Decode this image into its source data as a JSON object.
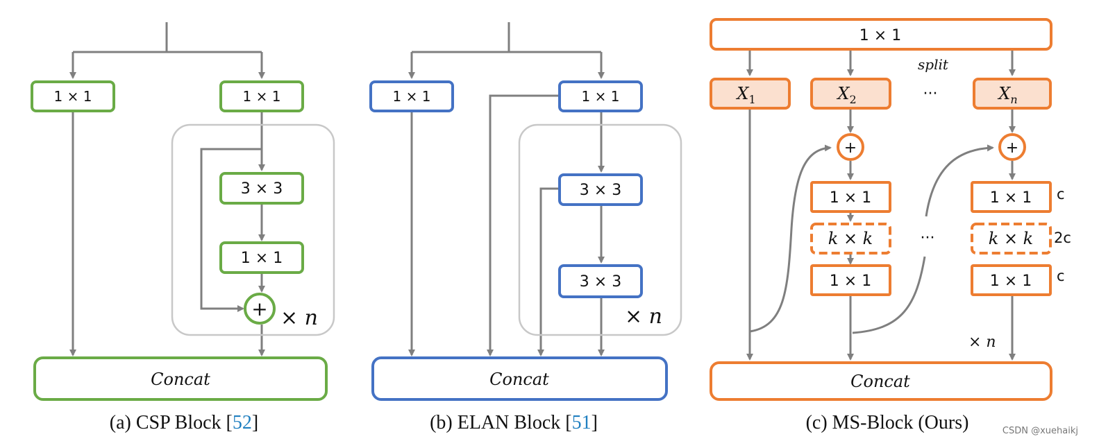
{
  "colors": {
    "csp": "#6aab46",
    "elan": "#4472c4",
    "ms": "#ed7d31",
    "ms_fill": "#fbe0cf",
    "arrow": "#7f7f7f",
    "group": "#c8c8c8",
    "cite": "#1f7fc0"
  },
  "csp": {
    "left_conv": "1 × 1",
    "right_conv": "1 × 1",
    "conv3": "3 × 3",
    "conv1": "1 × 1",
    "plus": "+",
    "repeat": "× n",
    "concat": "Concat",
    "caption": "(a) CSP Block [",
    "cite": "52",
    "caption_end": "]"
  },
  "elan": {
    "left_conv": "1 × 1",
    "right_conv": "1 × 1",
    "conv3a": "3 × 3",
    "conv3b": "3 × 3",
    "repeat": "× n",
    "concat": "Concat",
    "caption": "(b) ELAN Block [",
    "cite": "51",
    "caption_end": "]"
  },
  "ms": {
    "top_conv": "1 × 1",
    "split": "split",
    "x1": "X",
    "x1_sub": "1",
    "x2": "X",
    "x2_sub": "2",
    "xn": "X",
    "xn_sub": "n",
    "dots_top": "···",
    "dots_mid": "···",
    "plus": "+",
    "conv_a": "1 × 1",
    "conv_k": "k × k",
    "conv_b": "1 × 1",
    "conv_an": "1 × 1",
    "conv_kn": "k × k",
    "conv_bn": "1 × 1",
    "ch_c1": "c",
    "ch_2c": "2c",
    "ch_c2": "c",
    "repeat": "× n",
    "concat": "Concat",
    "caption": "(c) MS-Block (Ours)"
  },
  "watermark": "CSDN @xuehaikj"
}
